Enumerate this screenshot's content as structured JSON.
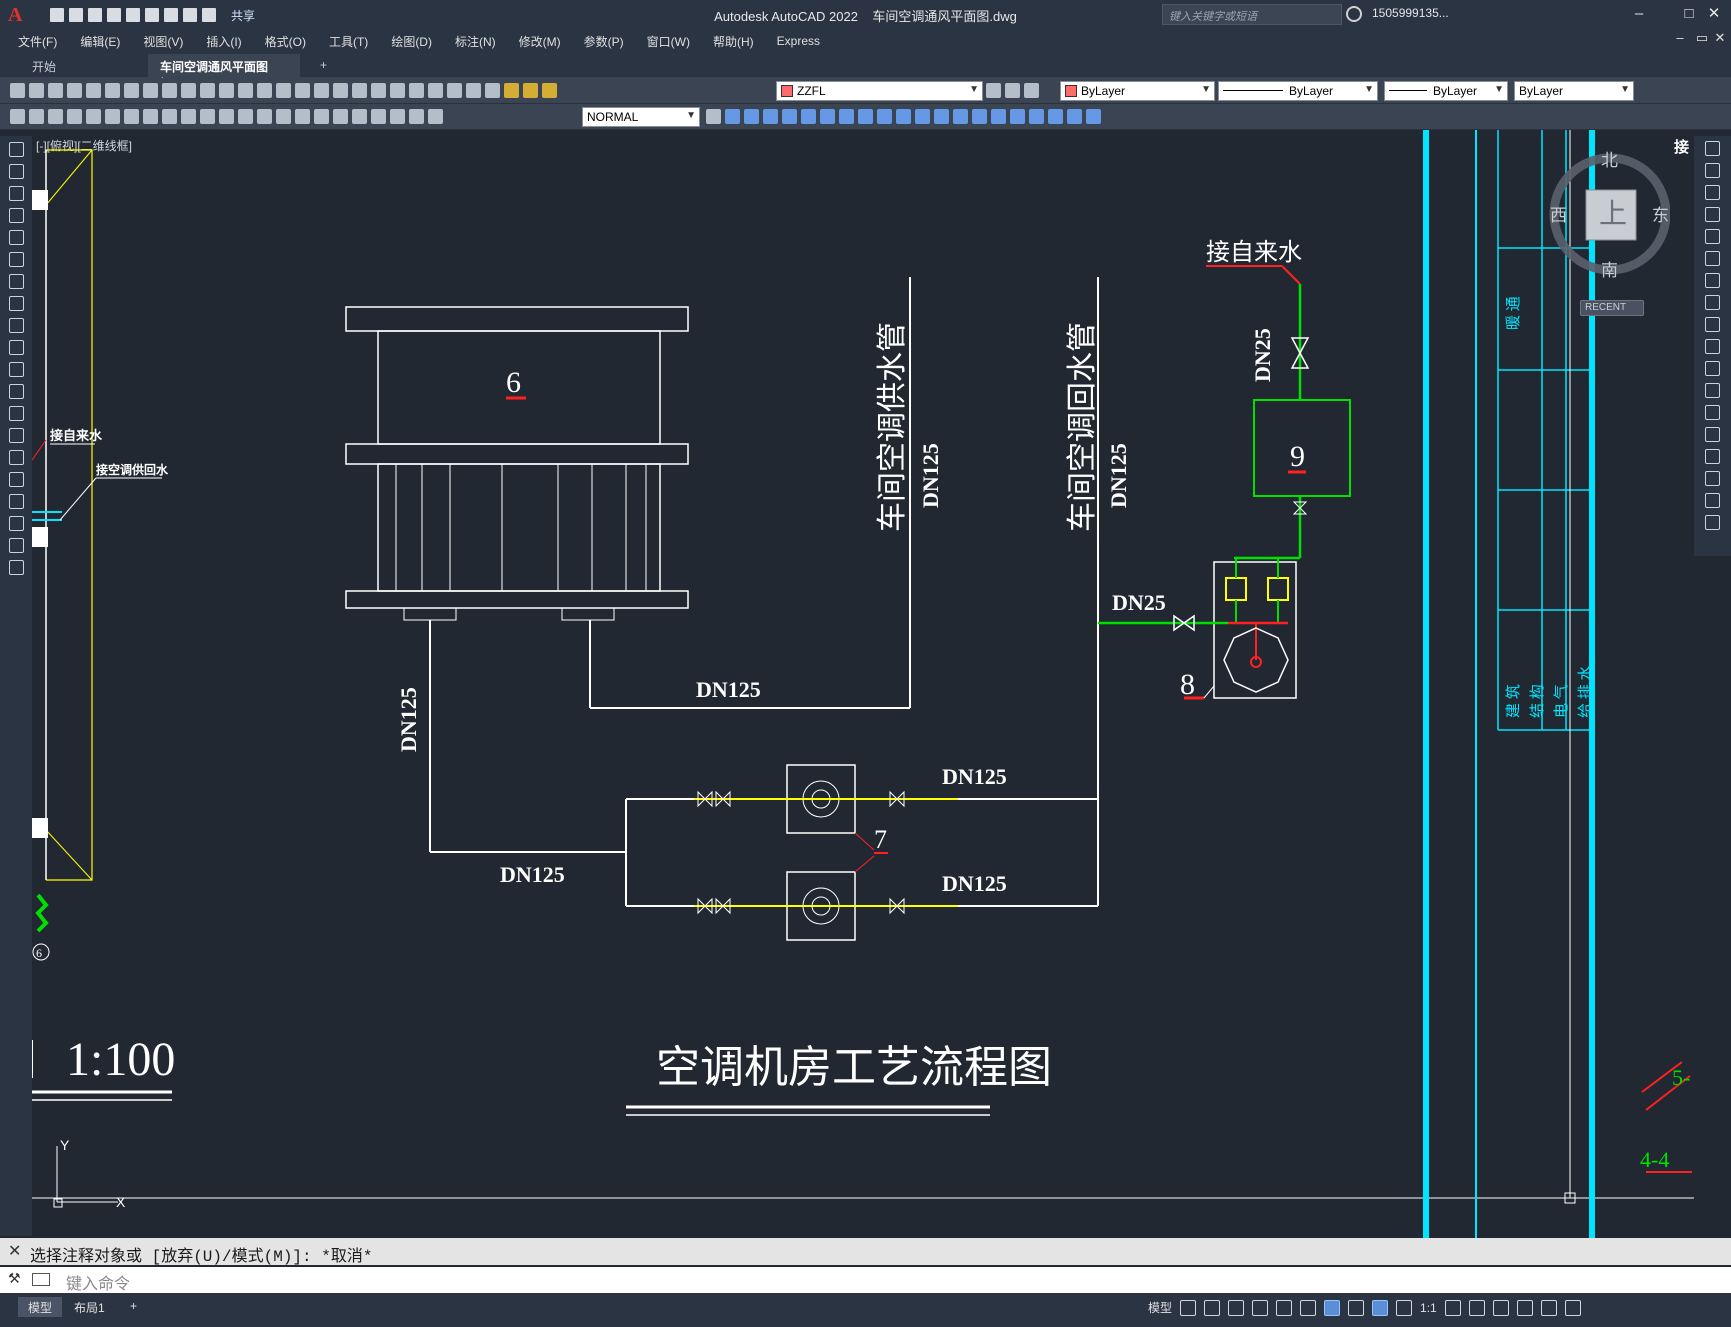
{
  "titlebar": {
    "app_title": "Autodesk AutoCAD 2022",
    "file_name": "车间空调通风平面图.dwg",
    "share_label": "共享",
    "search_placeholder": "键入关键字或短语",
    "user": "1505999135...",
    "logo": "A"
  },
  "menu": [
    "文件(F)",
    "编辑(E)",
    "视图(V)",
    "插入(I)",
    "格式(O)",
    "工具(T)",
    "绘图(D)",
    "标注(N)",
    "修改(M)",
    "参数(P)",
    "窗口(W)",
    "帮助(H)",
    "Express"
  ],
  "tabs": {
    "start": "开始",
    "active": "车间空调通风平面图*",
    "close": "×",
    "add": "+"
  },
  "toolbar": {
    "layer": "ZZFL",
    "color": "ByLayer",
    "linetype": "ByLayer",
    "lineweight": "ByLayer",
    "plotstyle": "ByLayer",
    "dimstyle": "NORMAL",
    "layer_color": "#ff6b6b"
  },
  "viewport_label": "[-][俯视][二维线框]",
  "viewcube": {
    "north": "北",
    "south": "南",
    "east": "东",
    "west": "西",
    "face": "上",
    "recent": "RECENT"
  },
  "drawing": {
    "title": "空调机房工艺流程图",
    "scale": "1:100",
    "supply_pipe": "车间空调供水管",
    "return_pipe": "车间空调回水管",
    "dn125": "DN125",
    "dn25": "DN25",
    "tap_water": "接自来水",
    "left_tap_water": "接自来水",
    "left_return": "接空调供回水",
    "tag6": "6",
    "tag7": "7",
    "tag8": "8",
    "tag9": "9",
    "circle6": "6",
    "ucs_y": "Y",
    "ucs_x": "X",
    "right_partial_1": "5-",
    "right_partial_2": "4-4",
    "right_partial_3": "接",
    "titleblock_1": "暖 通",
    "titleblock_cols": [
      "建 筑",
      "结 构",
      "电 气",
      "给 排 水"
    ]
  },
  "command": {
    "history": "选择注释对象或 [放弃(U)/模式(M)]: *取消*",
    "placeholder": "键入命令"
  },
  "status": {
    "model_tab": "模型",
    "layout_tab": "布局1",
    "add": "+",
    "model_label": "模型",
    "scale": "1:1"
  },
  "colors": {
    "cyan": "#00e5ff",
    "green": "#00e000",
    "yellow": "#ffff00",
    "red": "#ff2020",
    "white": "#ffffff"
  }
}
